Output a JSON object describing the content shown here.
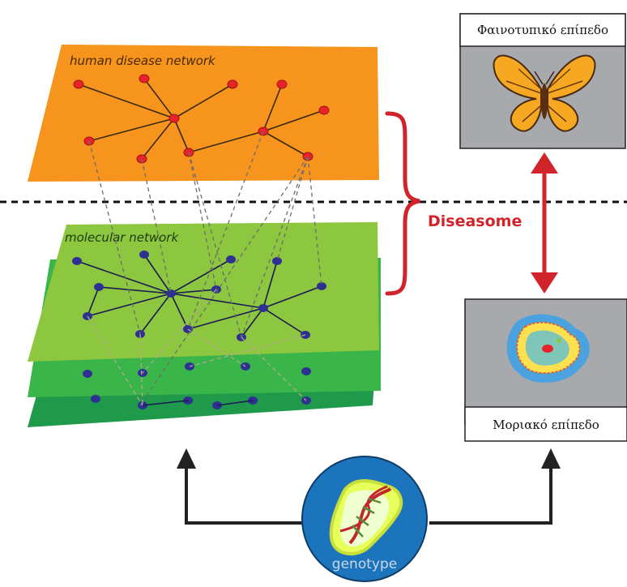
{
  "networks": {
    "disease": {
      "label": "human disease network",
      "color": "#f7941d",
      "node_color": "#e8222b",
      "edge_color": "#3a2a10"
    },
    "molecular": {
      "label": "molecular network",
      "colors": [
        "#8dc63f",
        "#39b54a",
        "#1e9a4a"
      ],
      "node_color": "#2e3192",
      "edge_color": "#1a1a55"
    }
  },
  "diseasome": {
    "label": "Diseasome",
    "color": "#d2232a"
  },
  "panels": {
    "phenotypic": {
      "title": "Φαινοτυπικό επίπεδο",
      "icon": "butterfly-icon",
      "background": "#a7a9ac"
    },
    "molecular": {
      "title": "Μοριακό επίπεδο",
      "icon": "cell-icon",
      "background": "#a7a9ac"
    }
  },
  "genotype": {
    "label": "genotype",
    "icon": "dna-icon",
    "circle_color": "#1c75bc"
  }
}
